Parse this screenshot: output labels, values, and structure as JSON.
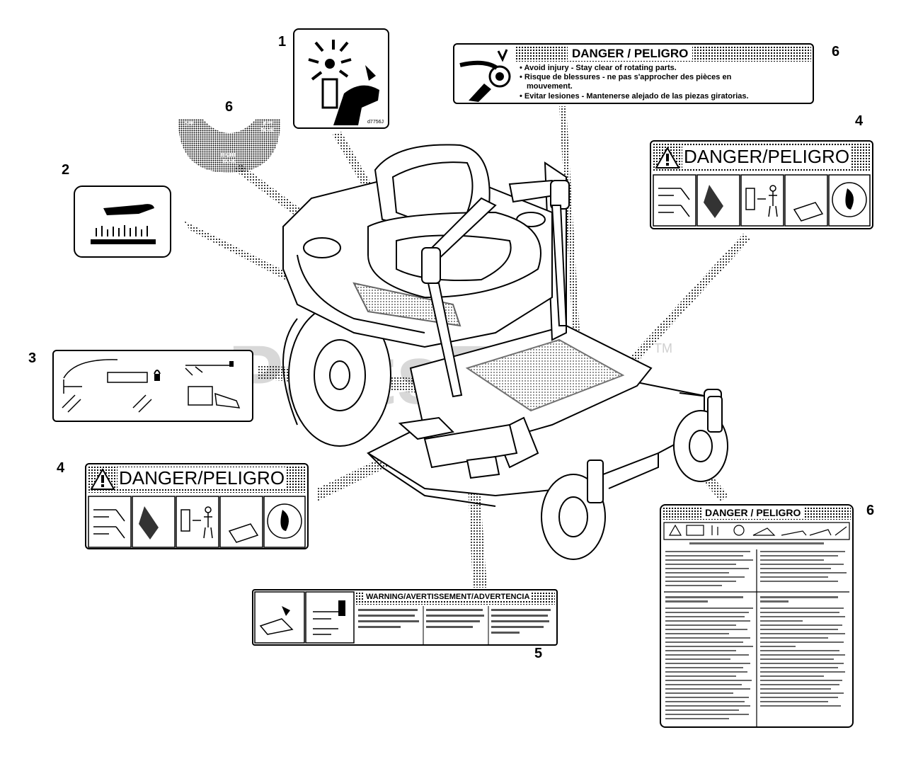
{
  "watermark": {
    "text": "PartsTree",
    "tm": "TM"
  },
  "callouts": {
    "c1": "1",
    "c2": "2",
    "c3": "3",
    "c4a": "4",
    "c4b": "4",
    "c5": "5",
    "c6a": "6",
    "c6b": "6",
    "c6c": "6"
  },
  "decal_rotating": {
    "header": "DANGER / PELIGRO",
    "line1": "• Avoid injury - Stay clear of rotating parts.",
    "line2": "• Risque de blessures - ne pas s'approcher des pièces en",
    "line3": "mouvement.",
    "line4": "• Evitar lesiones - Mantenerse alejado de las piezas giratorias."
  },
  "decal_danger_right": {
    "header": "DANGER/PELIGRO"
  },
  "decal_danger_left": {
    "header": "DANGER/PELIGRO"
  },
  "decal_tank": {
    "off": "OFF",
    "left": "LEFT",
    "tank1": "TANK",
    "right": "RIGHT",
    "tank2": "TANK"
  },
  "decal_hand": {
    "code": "d7756J"
  },
  "decal_large": {
    "header": "DANGER / PELIGRO"
  },
  "decal_warning_5": {
    "header": "WARNING/AVERTISSEMENT/ADVERTENCIA"
  },
  "colors": {
    "ink": "#000000",
    "watermark": "#d8d8d8"
  }
}
